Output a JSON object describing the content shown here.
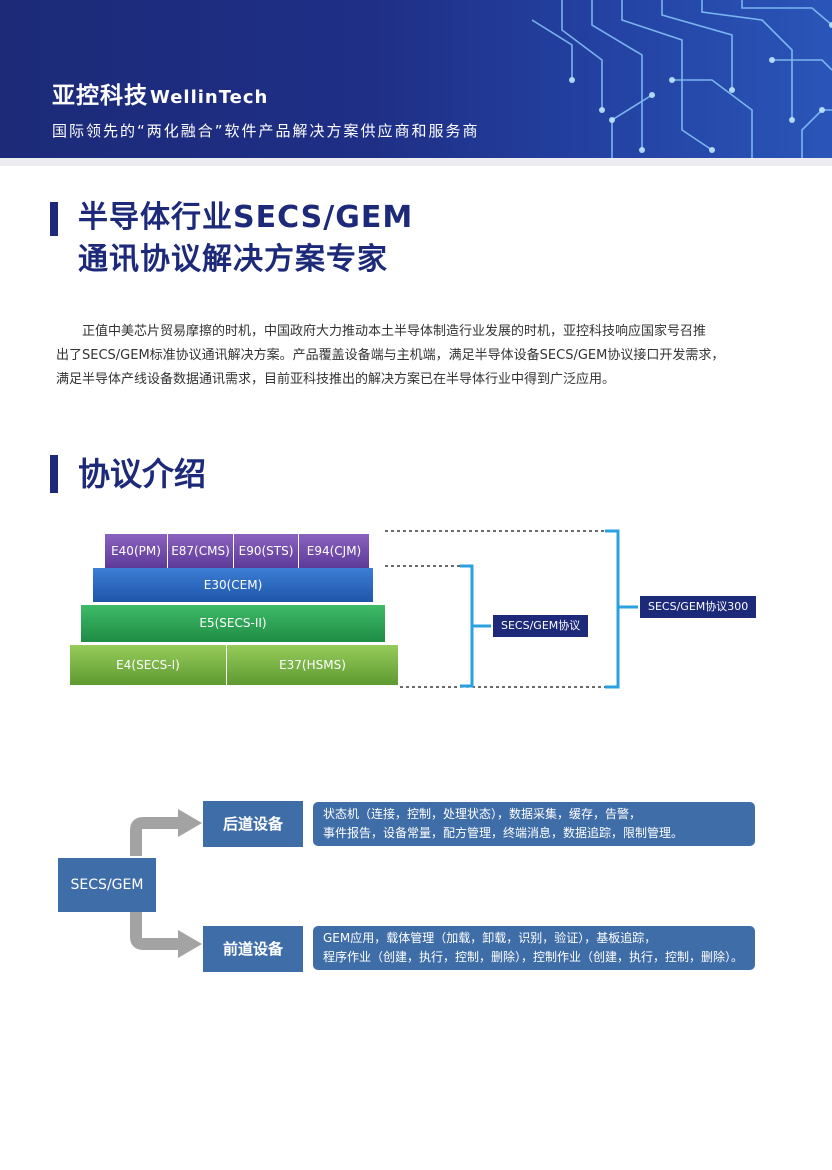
{
  "header": {
    "brand_cn": "亚控科技",
    "brand_en": "WellinTech",
    "tagline": "国际领先的“两化融合”软件产品解决方案供应商和服务商"
  },
  "title": {
    "line1": "半导体行业SECS/GEM",
    "line2": "通讯协议解决方案专家"
  },
  "intro": {
    "line1": "正值中美芯片贸易摩擦的时机，中国政府大力推动本土半导体制造行业发展的时机，亚控科技响应国家号召推",
    "line2": "出了SECS/GEM标准协议通讯解决方案。产品覆盖设备端与主机端，满足半导体设备SECS/GEM协议接口开发需求，",
    "line3": "满足半导体产线设备数据通讯需求，目前亚科技推出的解决方案已在半导体行业中得到广泛应用。"
  },
  "section2": {
    "title": "协议介绍"
  },
  "protocol": {
    "top": [
      "E40(PM)",
      "E87(CMS)",
      "E90(STS)",
      "E94(CJM)"
    ],
    "e30": "E30(CEM)",
    "e5": "E5(SECS-II)",
    "e4": "E4(SECS-I)",
    "e37": "E37(HSMS)",
    "label_gem": "SECS/GEM协议",
    "label_gem300": "SECS/GEM协议300"
  },
  "devices": {
    "hub": "SECS/GEM",
    "back": {
      "label": "后道设备",
      "desc1": "状态机（连接，控制，处理状态），数据采集，缓存，告警，",
      "desc2": "事件报告，设备常量，配方管理，终端消息，数据追踪，限制管理。"
    },
    "front": {
      "label": "前道设备",
      "desc1": "GEM应用，载体管理（加载，卸载，识别，验证），基板追踪，",
      "desc2": "程序作业（创建，执行，控制，删除），控制作业（创建，执行，控制，删除）。"
    }
  },
  "colors": {
    "navy": "#1d2a7a",
    "cyan_bracket": "#2aa0e0",
    "device_blue": "#3f6da8"
  }
}
